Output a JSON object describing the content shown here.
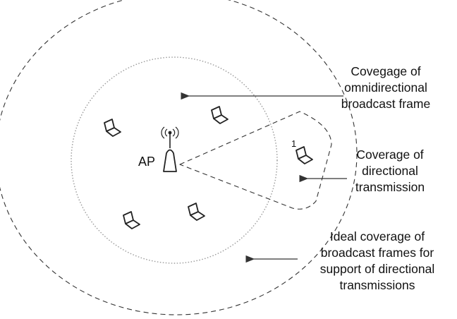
{
  "ap_label": "AP",
  "station_number": "1",
  "labels": {
    "omni": [
      "Covegage of",
      "omnidirectional",
      "broadcast frame"
    ],
    "directional": [
      "Coverage of",
      "directional",
      "transmission"
    ],
    "ideal": [
      "Ideal coverage of",
      "broadcast frames for",
      "support of directional",
      "transmissions"
    ]
  },
  "icons": {
    "access_point": "antenna-icon",
    "stations": "laptop-icon"
  },
  "colors": {
    "line": "#333333",
    "dotted_circle": "#9a9a9a",
    "background": "#ffffff"
  }
}
